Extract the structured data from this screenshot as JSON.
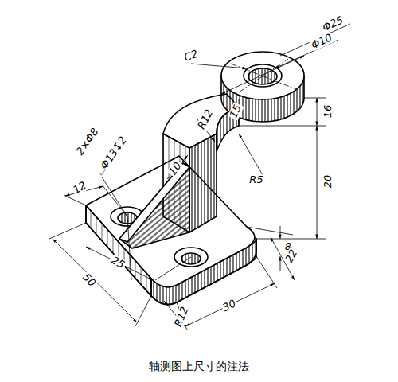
{
  "diagram": {
    "caption": "轴测图上尺寸的注法",
    "labels": [
      "C2",
      "Φ25",
      "Φ10",
      "15",
      "R12",
      "16",
      "2×Φ8",
      "⌴Φ13↧2",
      "10",
      "12",
      "R5",
      "20",
      "8",
      "25",
      "50",
      "22",
      "30",
      "R12"
    ]
  }
}
